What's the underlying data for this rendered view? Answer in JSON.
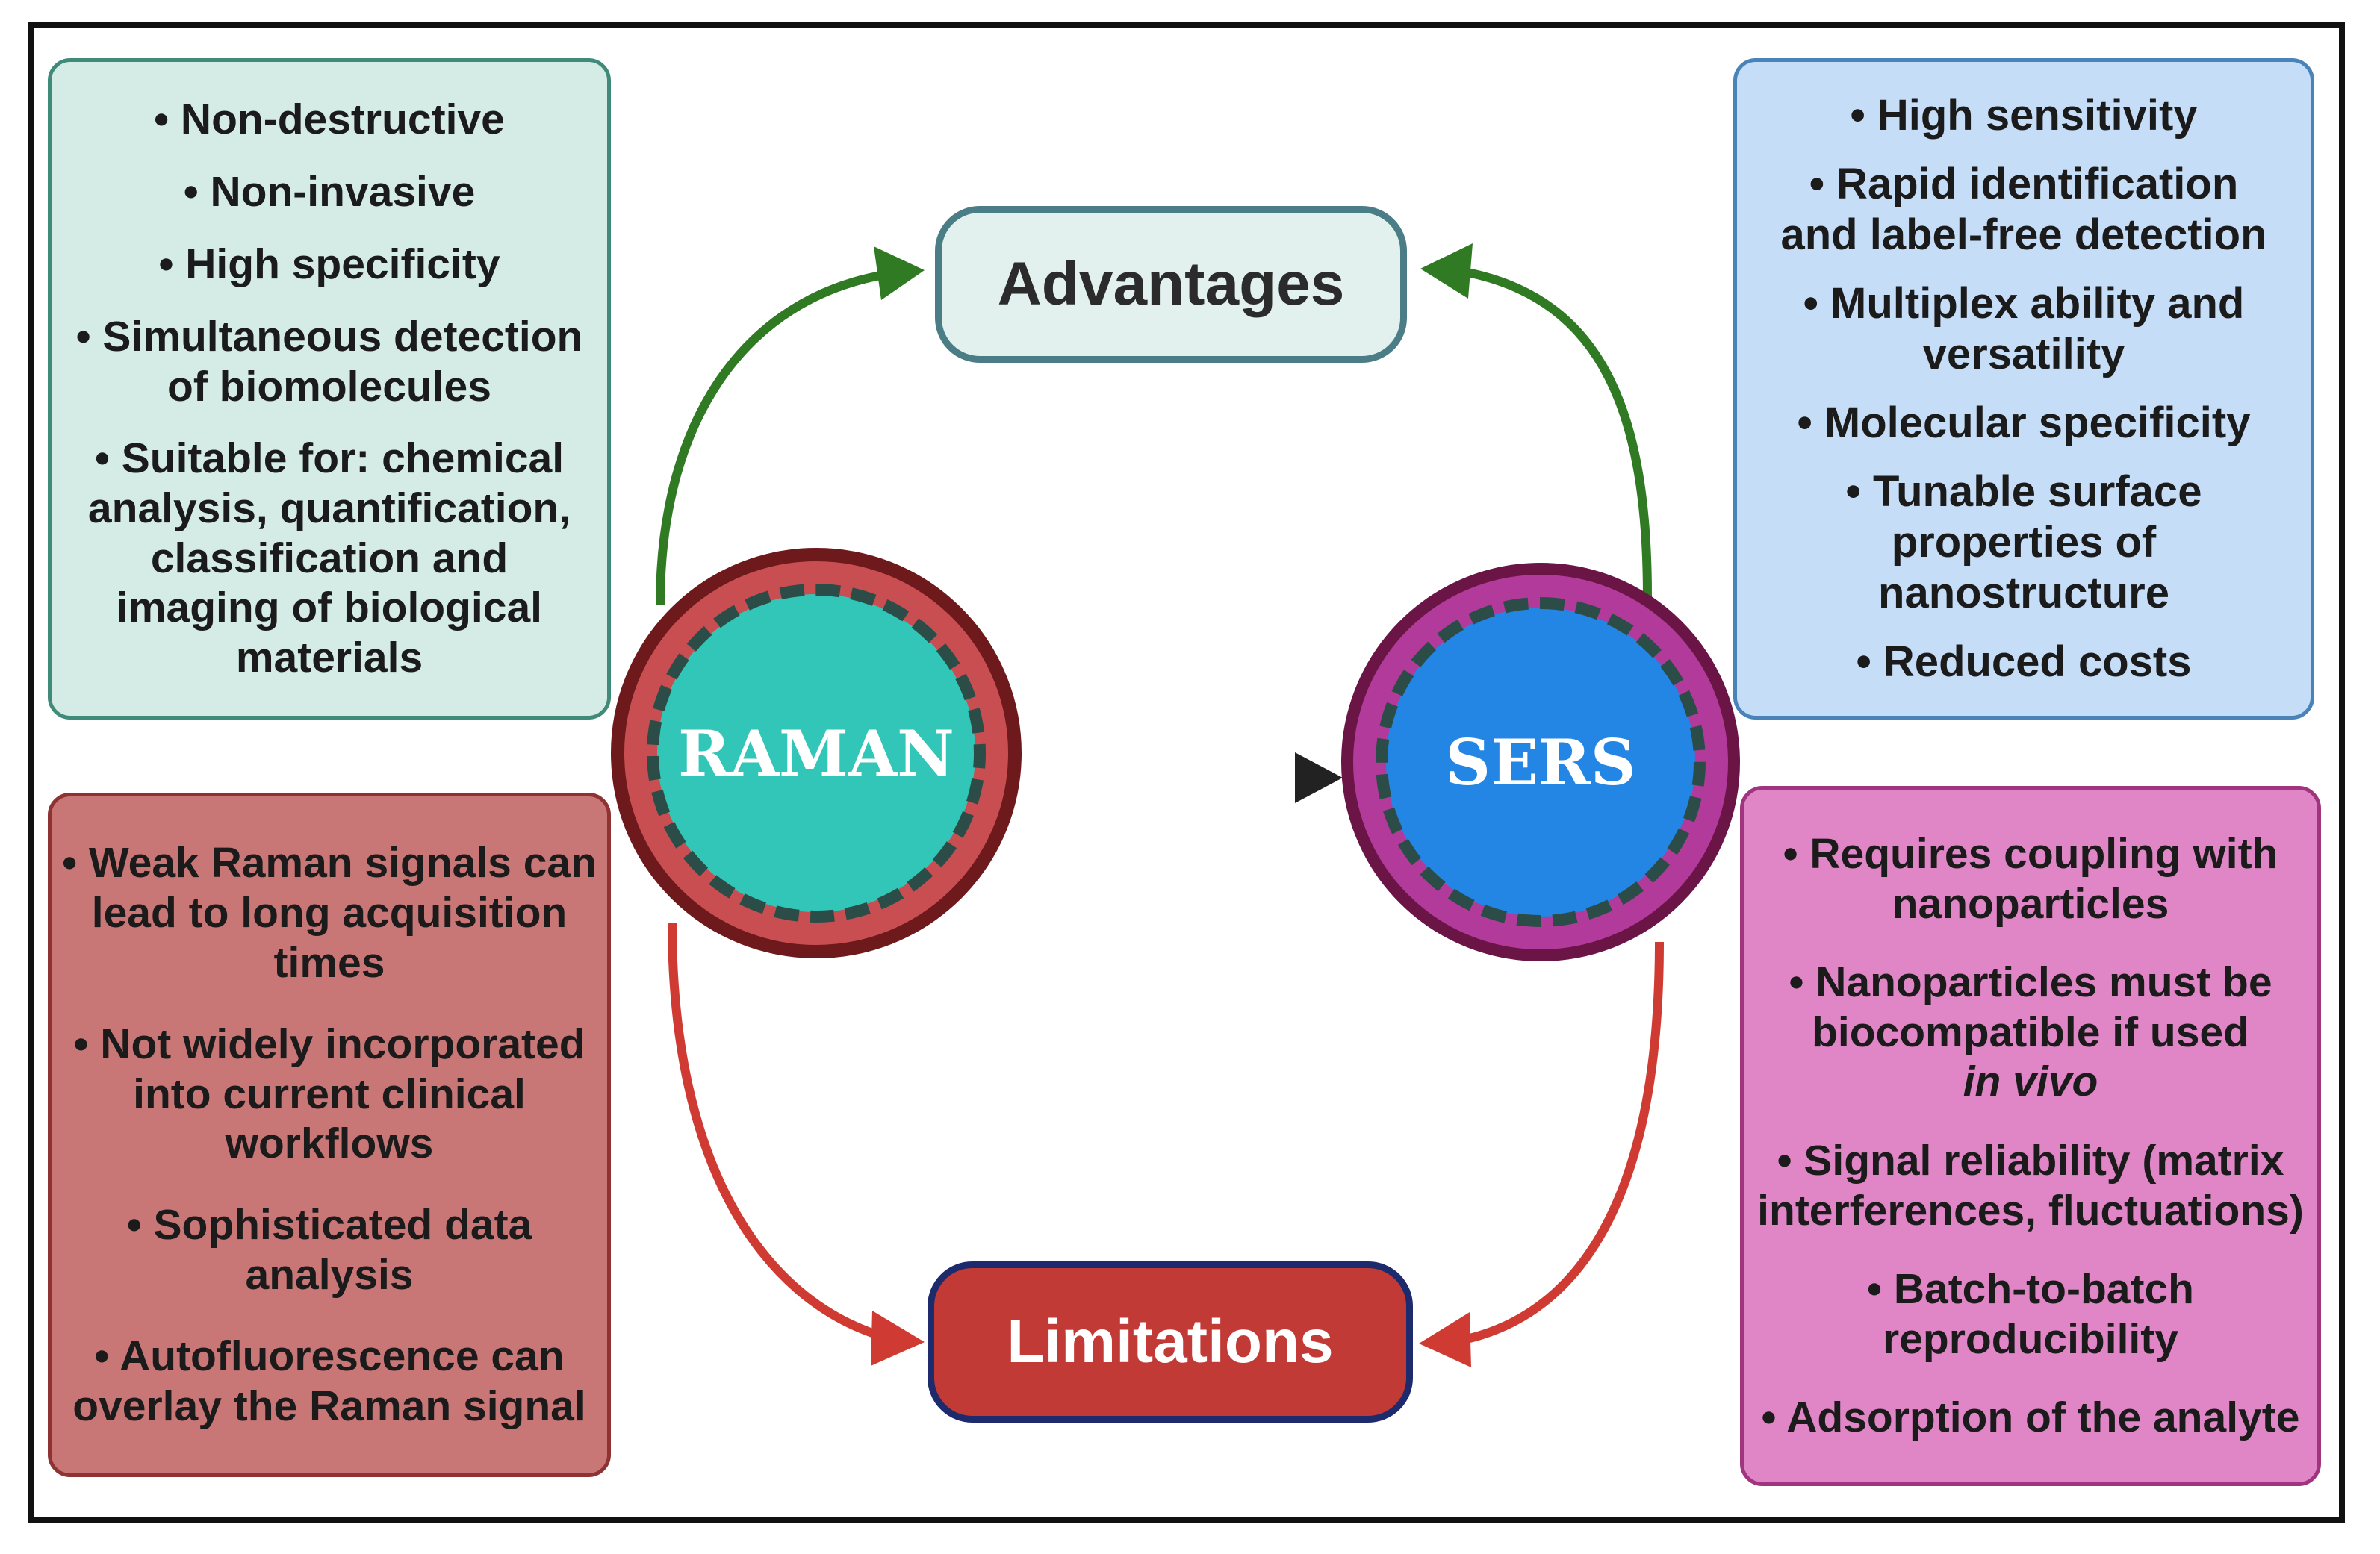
{
  "nodes": {
    "raman": "RAMAN",
    "sers": "SERS"
  },
  "labels": {
    "advantages": "Advantages",
    "limitations": "Limitations"
  },
  "raman_advantages": [
    [
      "• Non-destructive"
    ],
    [
      "• Non-invasive"
    ],
    [
      "• High specificity"
    ],
    [
      "• Simultaneous detection",
      "of biomolecules"
    ],
    [
      "• Suitable for: chemical",
      "analysis, quantification,",
      "classification and",
      "imaging of biological",
      "materials"
    ]
  ],
  "sers_advantages": [
    [
      "• High sensitivity"
    ],
    [
      "• Rapid identification",
      "and label-free detection"
    ],
    [
      "• Multiplex ability and",
      "versatility"
    ],
    [
      "• Molecular specificity"
    ],
    [
      "• Tunable surface",
      "properties of nanostructure"
    ],
    [
      "• Reduced costs"
    ]
  ],
  "raman_limitations": [
    [
      "• Weak Raman signals can",
      "lead to long acquisition",
      "times"
    ],
    [
      "• Not widely incorporated",
      "into current clinical",
      "workflows"
    ],
    [
      "• Sophisticated data",
      "analysis"
    ],
    [
      "• Autofluorescence can",
      "overlay the Raman signal"
    ]
  ],
  "sers_limitations": [
    [
      "• Requires coupling with",
      "nanoparticles"
    ],
    [
      "• Nanoparticles must be",
      "biocompatible if used",
      "in vivo"
    ],
    [
      "• Signal reliability (matrix",
      "interferences, fluctuations)"
    ],
    [
      "• Batch-to-batch",
      "reproducibility"
    ],
    [
      "• Adsorption of the analyte"
    ]
  ],
  "colors": {
    "advantage_arrow": "#2f7a22",
    "limitation_arrow": "#cf3b32",
    "transition_arrow": "#222222"
  }
}
